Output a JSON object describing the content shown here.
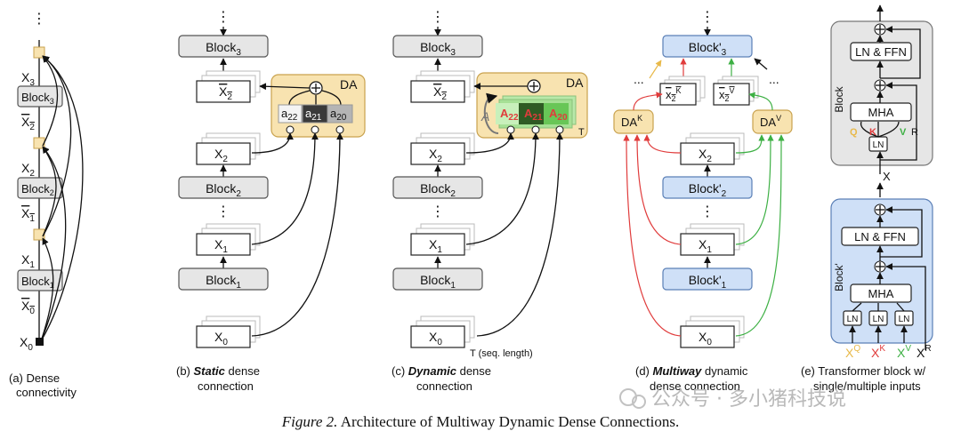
{
  "panels": {
    "a": {
      "caption_line1": "(a) Dense",
      "caption_line2": "connectivity",
      "labels": {
        "x3": "X",
        "x3s": "3",
        "b3": "Block",
        "b3s": "3",
        "x2bar": "X",
        "x2bars": "2",
        "x2": "X",
        "x2s": "2",
        "b2": "Block",
        "b2s": "2",
        "x1bar": "X",
        "x1bars": "1",
        "x1": "X",
        "x1s": "1",
        "b1": "Block",
        "b1s": "1",
        "x0bar": "X",
        "x0bars": "0",
        "x0": "X",
        "x0s": "0",
        "dots": "⋮"
      }
    },
    "b": {
      "caption_pre": "(b) ",
      "caption_em": "Static",
      "caption_post": " dense",
      "caption_line2": "connection",
      "da_label": "DA",
      "weights": [
        "a",
        "22",
        "a",
        "21",
        "a",
        "20"
      ]
    },
    "c": {
      "caption_pre": "(c) ",
      "caption_em": "Dynamic",
      "caption_post": " dense",
      "caption_line2": "connection",
      "da_label": "DA",
      "weights": [
        "A",
        "22",
        "A",
        "21",
        "A",
        "20"
      ],
      "t_label": "T",
      "seq_label": "T (seq. length)",
      "a_glyph": "A"
    },
    "d": {
      "caption_pre": "(d) ",
      "caption_em": "Multiway",
      "caption_post": " dynamic",
      "caption_line2": "dense connection",
      "dak": "DA",
      "daks": "K",
      "dav": "DA",
      "davs": "V",
      "bp3": "Block'",
      "bp3s": "3",
      "bp2": "Block'",
      "bp2s": "2",
      "bp1": "Block'",
      "bp1s": "1",
      "x2k": "x",
      "x2ks": "2",
      "x2ksup": "K",
      "x2v": "x",
      "x2vs": "2",
      "x2vsup": "V",
      "ellipsis": "..."
    },
    "e": {
      "caption_line1": "(e) Transformer block w/",
      "caption_line2": "single/multiple inputs",
      "block": "Block",
      "blockp": "Block'",
      "ln_ffn": "LN & FFN",
      "mha": "MHA",
      "ln": "LN",
      "q": "Q",
      "k": "K",
      "v": "V",
      "r": "R",
      "x": "X",
      "xq": "X",
      "xqs": "Q",
      "xk": "X",
      "xks": "K",
      "xv": "X",
      "xvs": "V",
      "xr": "X",
      "xrs": "R"
    }
  },
  "common": {
    "block": "Block",
    "x": "X",
    "s0": "0",
    "s1": "1",
    "s2": "2",
    "s3": "3",
    "vdots": "⋮"
  },
  "figure_caption": {
    "label": "Figure 2.",
    "text": " Architecture of Multiway Dynamic Dense Connections."
  },
  "watermark": "公众号 · 多小猪科技说",
  "colors": {
    "red": "#e03c3c",
    "green": "#3db044",
    "block_gray": "#e6e6e6",
    "block_blue": "#cfe0f7",
    "da_yellow": "#f8e3b0"
  }
}
